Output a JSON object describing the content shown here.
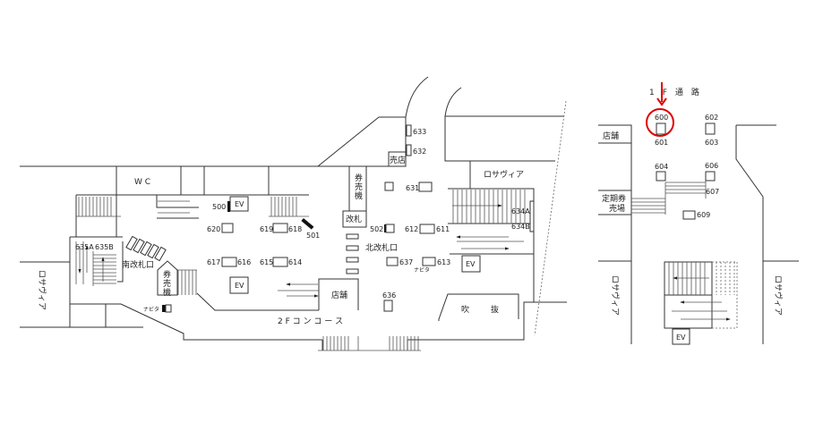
{
  "map": {
    "labels": {
      "wc": "W C",
      "ev": "EV",
      "south_gate": "南改札口",
      "north_gate": "北改札口",
      "ticket_machine": "券売機",
      "ticket_machine_v1": "券",
      "ticket_machine_v2": "売",
      "ticket_machine_v3": "機",
      "gate": "改札",
      "kiosk": "売店",
      "shop": "店舗",
      "rosavia": "ロサヴィア",
      "concourse_2f": "2 F コ ン コ ー ス",
      "atrium_1": "吹",
      "atrium_2": "抜",
      "navita": "ナビタ",
      "passage_1f": "1　F　通　路",
      "commuter_pass_1": "定期券",
      "commuter_pass_2": "売場"
    },
    "spots": {
      "s500": "500",
      "s501": "501",
      "s502": "502",
      "s600": "600",
      "s601": "601",
      "s602": "602",
      "s603": "603",
      "s604": "604",
      "s606": "606",
      "s607": "607",
      "s609": "609",
      "s611": "611",
      "s612": "612",
      "s613": "613",
      "s614": "614",
      "s615": "615",
      "s616": "616",
      "s617": "617",
      "s618": "618",
      "s619": "619",
      "s620": "620",
      "s631": "631",
      "s632": "632",
      "s633": "633",
      "s634A": "634A",
      "s634B": "634B",
      "s635A": "635A",
      "s635B": "635B",
      "s636": "636",
      "s637": "637"
    },
    "highlight": {
      "spot": "600",
      "color": "#e00000"
    }
  }
}
